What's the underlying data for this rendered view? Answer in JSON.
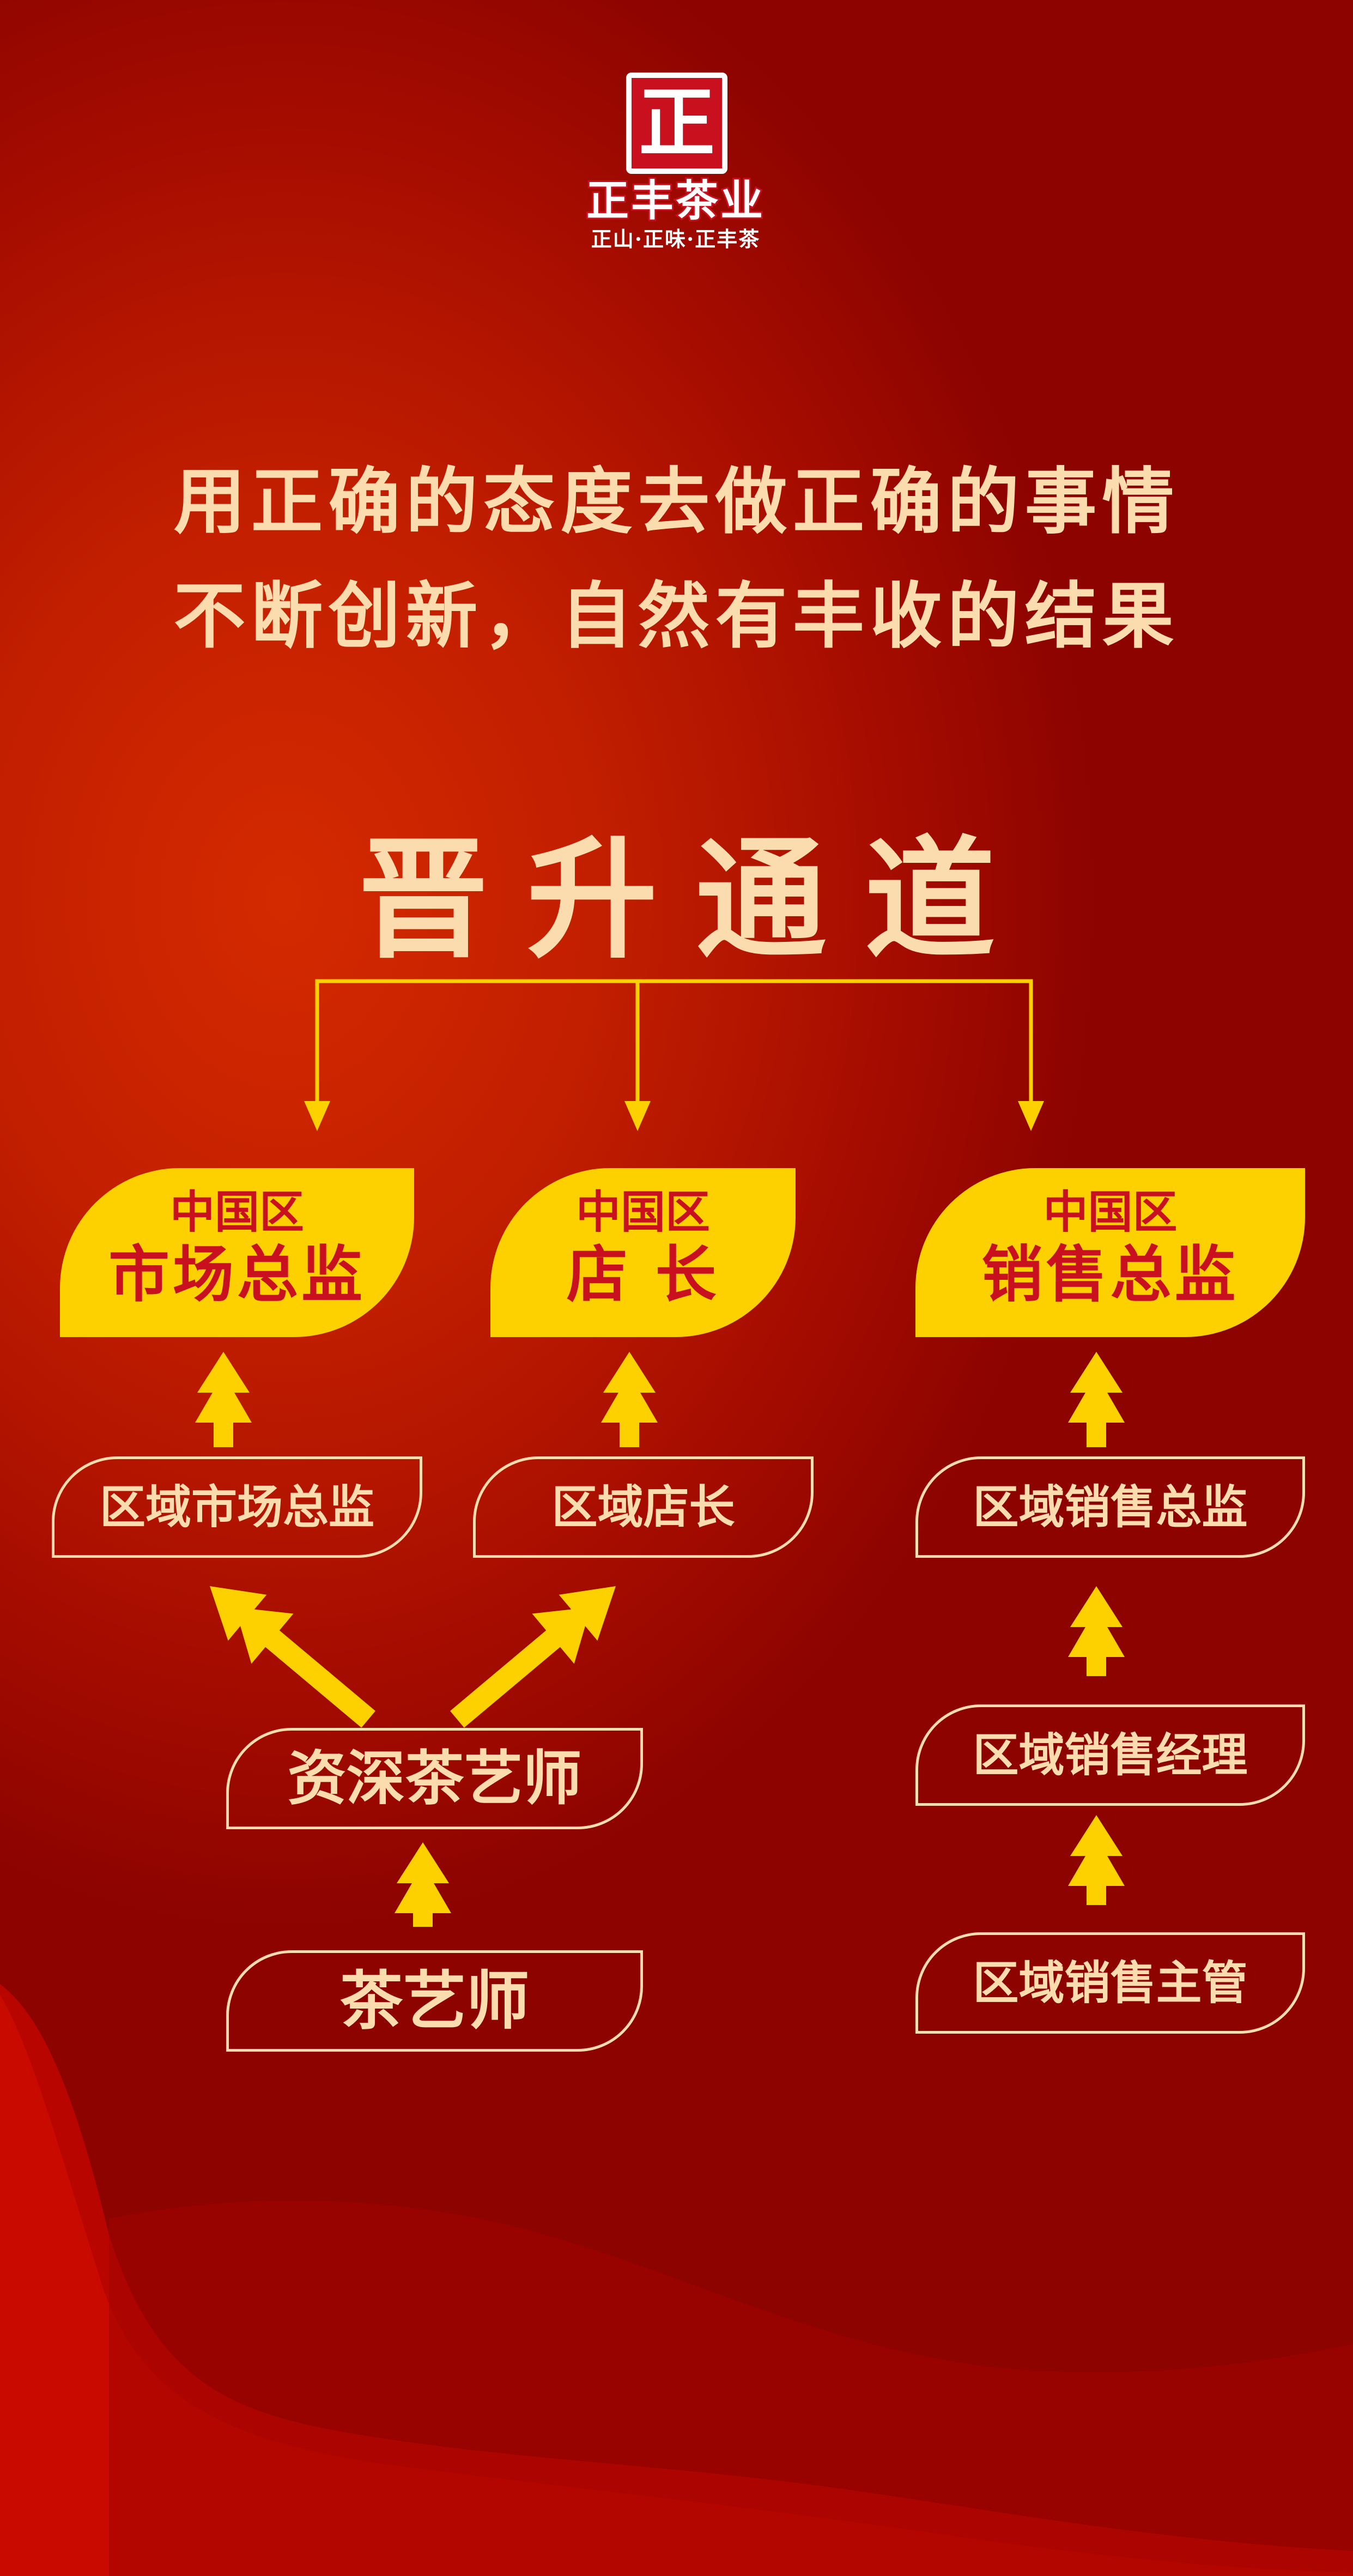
{
  "brand": {
    "logo_char": "正",
    "name": "正丰茶业",
    "slogan": "正山·正味·正丰茶"
  },
  "motto": {
    "line1": "用正确的态度去做正确的事情",
    "line2": "不断创新，自然有丰收的结果"
  },
  "diagram": {
    "title": "晋升通道",
    "top_positions": [
      {
        "region": "中国区",
        "title": "市场总监"
      },
      {
        "region": "中国区",
        "title": "店 长"
      },
      {
        "region": "中国区",
        "title": "销售总监"
      }
    ],
    "regional_market_director": "区域市场总监",
    "regional_store_manager": "区域店长",
    "regional_sales_director": "区域销售总监",
    "senior_tea_artist": "资深茶艺师",
    "tea_artist": "茶艺师",
    "regional_sales_manager": "区域销售经理",
    "regional_sales_supervisor": "区域销售主管"
  },
  "colors": {
    "gold": "#fdd000",
    "cream": "#fbdcae",
    "red_text": "#c8101e",
    "background": "#c11e00"
  },
  "icons": [
    "arrow-up-icon",
    "arrow-down-icon",
    "arrow-diagonal-icon"
  ]
}
